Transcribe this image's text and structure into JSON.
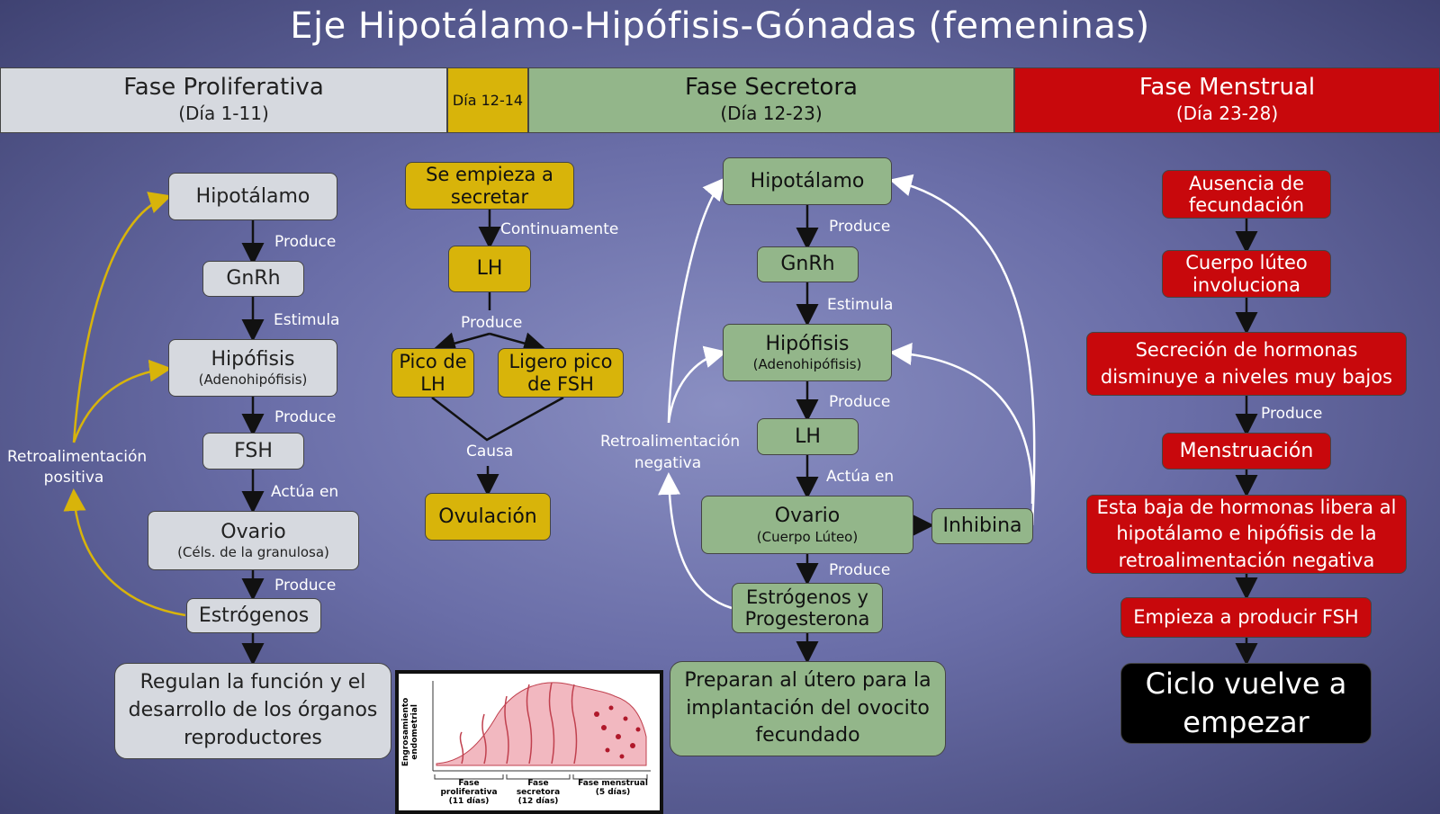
{
  "title": "Eje Hipotálamo-Hipófisis-Gónadas (femeninas)",
  "phases": {
    "proliferativa": {
      "name": "Fase Proliferativa",
      "days": "(Día 1-11)",
      "color": "#d6d9df"
    },
    "dia1214": {
      "name": "Día 12-14",
      "color": "#d8b40a"
    },
    "secretora": {
      "name": "Fase Secretora",
      "days": "(Día 12-23)",
      "color": "#93b68a"
    },
    "menstrual": {
      "name": "Fase Menstrual",
      "days": "(Día 23-28)",
      "color": "#c8080c"
    }
  },
  "col1": {
    "hipotalamo": "Hipotálamo",
    "produce1": "Produce",
    "gnrh": "GnRh",
    "estimula": "Estimula",
    "hipofisis": "Hipófisis",
    "hipofisis_sub": "(Adenohipófisis)",
    "produce2": "Produce",
    "fsh": "FSH",
    "actua": "Actúa en",
    "ovario": "Ovario",
    "ovario_sub": "(Céls. de la granulosa)",
    "produce3": "Produce",
    "estrogenos": "Estrógenos",
    "regulan": "Regulan la función y el desarrollo de los órganos reproductores",
    "retro": "Retroalimentación positiva"
  },
  "col2": {
    "empieza": "Se empieza a secretar",
    "continuamente": "Continuamente",
    "lh": "LH",
    "produce": "Produce",
    "pico_lh": "Pico de LH",
    "ligero_fsh": "Ligero pico de FSH",
    "causa": "Causa",
    "ovulacion": "Ovulación"
  },
  "chart": {
    "ylabel": "Engrosamiento endometrial",
    "phases": [
      {
        "name": "Fase proliferativa",
        "days": "(11 días)"
      },
      {
        "name": "Fase secretora",
        "days": "(12 días)"
      },
      {
        "name": "Fase menstrual",
        "days": "(5 días)"
      }
    ]
  },
  "col3": {
    "hipotalamo": "Hipotálamo",
    "produce1": "Produce",
    "gnrh": "GnRh",
    "estimula": "Estimula",
    "hipofisis": "Hipófisis",
    "hipofisis_sub": "(Adenohipófisis)",
    "produce2": "Produce",
    "lh": "LH",
    "actua": "Actúa en",
    "ovario": "Ovario",
    "ovario_sub": "(Cuerpo Lúteo)",
    "inhibina": "Inhibina",
    "produce3": "Produce",
    "estrogenos": "Estrógenos y Progesterona",
    "preparan": "Preparan al útero para la implantación del ovocito fecundado",
    "retro": "Retroalimentación negativa"
  },
  "col4": {
    "ausencia": "Ausencia de fecundación",
    "cuerpo": "Cuerpo lúteo involuciona",
    "secrecion": "Secreción de hormonas disminuye a niveles muy bajos",
    "produce": "Produce",
    "menstruacion": "Menstruación",
    "baja": "Esta baja de hormonas libera al hipotálamo e hipófisis de la retroalimentación negativa",
    "empieza": "Empieza a producir FSH",
    "ciclo": "Ciclo vuelve a empezar"
  }
}
